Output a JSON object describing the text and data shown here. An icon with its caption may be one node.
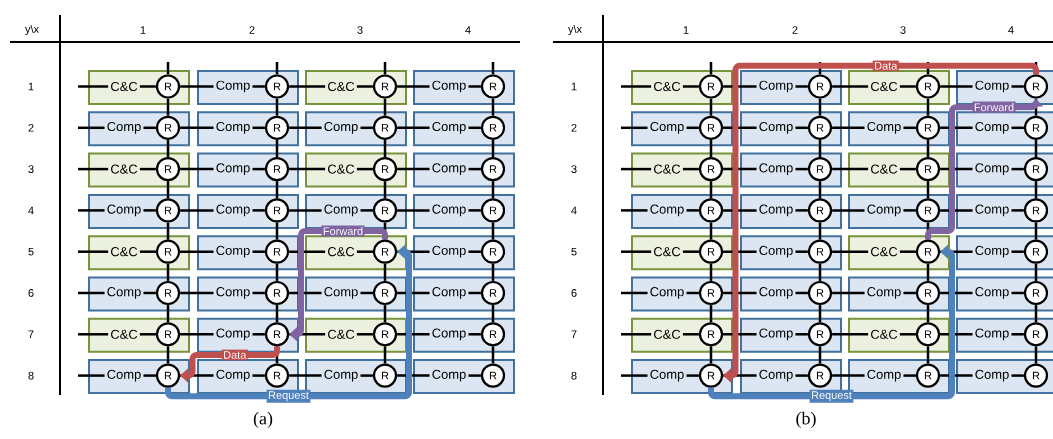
{
  "diagram": {
    "nodes": [
      {
        "text": [],
        "shape": "box"
      },
      {
        "text": [
          "C&C"
        ],
        "in": 0
      },
      {
        "text": [
          "R"
        ],
        "in": 0
      },
      {
        "text": [],
        "shape": "box"
      },
      {
        "text": [
          "Comp"
        ],
        "in": 3
      },
      {
        "text": [
          "R"
        ],
        "in": 3
      },
      {
        "text": [],
        "shape": "box"
      },
      {
        "text": [
          "C&C"
        ],
        "in": 6
      },
      {
        "text": [
          "R"
        ],
        "in": 6
      },
      {
        "text": [],
        "shape": "box"
      },
      {
        "text": [
          "Comp"
        ],
        "in": 9
      },
      {
        "text": [
          "R"
        ],
        "in": 9
      },
      {
        "text": [],
        "shape": "box"
      },
      {
        "text": [
          "Comp"
        ],
        "in": 12
      },
      {
        "text": [
          "R"
        ],
        "in": 12
      },
      {
        "text": [],
        "shape": "box"
      },
      {
        "text": [
          "Comp"
        ],
        "in": 15
      },
      {
        "text": [
          "R"
        ],
        "in": 15
      },
      {
        "text": [],
        "shape": "box"
      },
      {
        "text": [
          "Comp"
        ],
        "in": 18
      },
      {
        "text": [
          "R"
        ],
        "in": 18
      },
      {
        "text": [],
        "shape": "box"
      },
      {
        "text": [
          "Comp"
        ],
        "in": 21
      },
      {
        "text": [
          "R"
        ],
        "in": 21
      },
      {
        "text": [],
        "shape": "box"
      },
      {
        "text": [
          "C&C"
        ],
        "in": 24
      },
      {
        "text": [
          "R"
        ],
        "in": 24
      },
      {
        "text": [],
        "shape": "box"
      },
      {
        "text": [
          "Comp"
        ],
        "in": 27
      },
      {
        "text": [
          "R"
        ],
        "in": 27
      },
      {
        "text": [],
        "shape": "box"
      },
      {
        "text": [
          "C&C"
        ],
        "in": 30
      },
      {
        "text": [
          "R"
        ],
        "in": 30
      },
      {
        "text": [],
        "shape": "box"
      },
      {
        "text": [
          "Comp"
        ],
        "in": 33
      },
      {
        "text": [
          "R"
        ],
        "in": 33
      },
      {
        "text": [],
        "shape": "box"
      },
      {
        "text": [
          "Comp"
        ],
        "in": 36
      },
      {
        "text": [
          "R"
        ],
        "in": 36
      },
      {
        "text": [],
        "shape": "box"
      },
      {
        "text": [
          "Comp"
        ],
        "in": 39
      },
      {
        "text": [
          "R"
        ],
        "in": 39
      },
      {
        "text": [],
        "shape": "box"
      },
      {
        "text": [
          "Comp"
        ],
        "in": 42
      },
      {
        "text": [
          "R"
        ],
        "in": 42
      },
      {
        "text": [],
        "shape": "box"
      },
      {
        "text": [
          "Comp"
        ],
        "in": 45
      },
      {
        "text": [
          "R"
        ],
        "in": 45
      },
      {
        "text": [],
        "shape": "box"
      },
      {
        "text": [
          "C&C"
        ],
        "in": 48
      },
      {
        "text": [
          "R"
        ],
        "in": 48
      },
      {
        "text": [],
        "shape": "box"
      },
      {
        "text": [
          "Comp"
        ],
        "in": 51
      },
      {
        "text": [
          "R"
        ],
        "in": 51
      },
      {
        "text": [],
        "shape": "box"
      },
      {
        "text": [
          "C&C"
        ],
        "in": 54
      },
      {
        "text": [
          "R"
        ],
        "in": 54
      },
      {
        "text": [],
        "shape": "box"
      },
      {
        "text": [
          "Comp"
        ],
        "in": 57
      },
      {
        "text": [
          "R"
        ],
        "in": 57
      },
      {
        "text": [],
        "shape": "box"
      },
      {
        "text": [
          "Comp"
        ],
        "in": 60
      },
      {
        "text": [
          "R"
        ],
        "in": 60
      },
      {
        "text": [],
        "shape": "box"
      },
      {
        "text": [
          "Comp"
        ],
        "in": 63
      },
      {
        "text": [
          "R"
        ],
        "in": 63
      },
      {
        "text": [],
        "shape": "box"
      },
      {
        "text": [
          "Comp"
        ],
        "in": 66
      },
      {
        "text": [
          "R"
        ],
        "in": 66
      },
      {
        "text": [],
        "shape": "box"
      },
      {
        "text": [
          "Comp"
        ],
        "in": 69
      },
      {
        "text": [
          "R"
        ],
        "in": 69
      },
      {
        "text": [],
        "shape": "box"
      },
      {
        "text": [
          "C&C"
        ],
        "in": 72
      },
      {
        "text": [
          "R"
        ],
        "in": 72
      },
      {
        "text": [],
        "shape": "box"
      },
      {
        "text": [
          "Comp"
        ],
        "in": 75
      },
      {
        "text": [
          "R"
        ],
        "in": 75
      },
      {
        "text": [],
        "shape": "box"
      },
      {
        "text": [
          "C&C"
        ],
        "in": 78
      },
      {
        "text": [
          "R"
        ],
        "in": 78
      },
      {
        "text": [],
        "shape": "box"
      },
      {
        "text": [
          "Comp"
        ],
        "in": 81
      },
      {
        "text": [
          "R"
        ],
        "in": 81
      },
      {
        "text": [],
        "shape": "box"
      },
      {
        "text": [
          "Comp"
        ],
        "in": 84
      },
      {
        "text": [
          "R"
        ],
        "in": 84
      },
      {
        "text": [],
        "shape": "box"
      },
      {
        "text": [
          "Comp"
        ],
        "in": 87
      },
      {
        "text": [
          "R"
        ],
        "in": 87
      },
      {
        "text": [],
        "shape": "box"
      },
      {
        "text": [
          "Comp"
        ],
        "in": 90
      },
      {
        "text": [
          "R"
        ],
        "in": 90
      },
      {
        "text": [],
        "shape": "box"
      },
      {
        "text": [
          "Comp"
        ],
        "in": 93
      },
      {
        "text": [
          "R"
        ],
        "in": 93
      },
      {
        "text": [],
        "shape": "box"
      },
      {
        "text": [
          "C&C"
        ],
        "in": 96
      },
      {
        "text": [
          "R"
        ],
        "in": 96
      },
      {
        "text": [],
        "shape": "box"
      },
      {
        "text": [
          "Comp"
        ],
        "in": 99
      },
      {
        "text": [
          "R"
        ],
        "in": 99
      },
      {
        "text": [],
        "shape": "box"
      },
      {
        "text": [
          "C&C"
        ],
        "in": 102
      },
      {
        "text": [
          "R"
        ],
        "in": 102
      },
      {
        "text": [],
        "shape": "box"
      },
      {
        "text": [
          "Comp"
        ],
        "in": 105
      },
      {
        "text": [
          "R"
        ],
        "in": 105
      },
      {
        "text": [],
        "shape": "box"
      },
      {
        "text": [
          "Comp"
        ],
        "in": 108
      },
      {
        "text": [
          "R"
        ],
        "in": 108
      },
      {
        "text": [],
        "shape": "box"
      },
      {
        "text": [
          "Comp"
        ],
        "in": 111
      },
      {
        "text": [
          "R"
        ],
        "in": 111
      },
      {
        "text": [],
        "shape": "box"
      },
      {
        "text": [
          "Comp"
        ],
        "in": 114
      },
      {
        "text": [
          "R"
        ],
        "in": 114
      },
      {
        "text": [],
        "shape": "box"
      },
      {
        "text": [
          "Comp"
        ],
        "in": 117
      },
      {
        "text": [
          "R"
        ],
        "in": 117
      },
      {
        "text": [],
        "shape": "box"
      },
      {
        "text": [
          "C&C"
        ],
        "in": 120
      },
      {
        "text": [
          "R"
        ],
        "in": 120
      },
      {
        "text": [],
        "shape": "box"
      },
      {
        "text": [
          "Comp"
        ],
        "in": 123
      },
      {
        "text": [
          "R"
        ],
        "in": 123
      },
      {
        "text": [],
        "shape": "box"
      },
      {
        "text": [
          "C&C"
        ],
        "in": 126
      },
      {
        "text": [
          "R"
        ],
        "in": 126
      },
      {
        "text": [],
        "shape": "box"
      },
      {
        "text": [
          "Comp"
        ],
        "in": 129
      },
      {
        "text": [
          "R"
        ],
        "in": 129
      },
      {
        "text": [],
        "shape": "box"
      },
      {
        "text": [
          "Comp"
        ],
        "in": 132
      },
      {
        "text": [
          "R"
        ],
        "in": 132
      },
      {
        "text": [],
        "shape": "box"
      },
      {
        "text": [
          "Comp"
        ],
        "in": 135
      },
      {
        "text": [
          "R"
        ],
        "in": 135
      },
      {
        "text": [],
        "shape": "box"
      },
      {
        "text": [
          "Comp"
        ],
        "in": 138
      },
      {
        "text": [
          "R"
        ],
        "in": 138
      },
      {
        "text": [],
        "shape": "box"
      },
      {
        "text": [
          "Comp"
        ],
        "in": 141
      },
      {
        "text": [
          "R"
        ],
        "in": 141
      },
      {
        "text": [],
        "shape": "box"
      },
      {
        "text": [
          "C&C"
        ],
        "in": 144
      },
      {
        "text": [
          "R"
        ],
        "in": 144
      },
      {
        "text": [],
        "shape": "box"
      },
      {
        "text": [
          "Comp"
        ],
        "in": 147
      },
      {
        "text": [
          "R"
        ],
        "in": 147
      },
      {
        "text": [],
        "shape": "box"
      },
      {
        "text": [
          "C&C"
        ],
        "in": 150
      },
      {
        "text": [
          "R"
        ],
        "in": 150
      },
      {
        "text": [],
        "shape": "box"
      },
      {
        "text": [
          "Comp"
        ],
        "in": 153
      },
      {
        "text": [
          "R"
        ],
        "in": 153
      },
      {
        "text": [],
        "shape": "box"
      },
      {
        "text": [
          "Comp"
        ],
        "in": 156
      },
      {
        "text": [
          "R"
        ],
        "in": 156
      },
      {
        "text": [],
        "shape": "box"
      },
      {
        "text": [
          "Comp"
        ],
        "in": 159
      },
      {
        "text": [
          "R"
        ],
        "in": 159
      },
      {
        "text": [],
        "shape": "box"
      },
      {
        "text": [
          "Comp"
        ],
        "in": 162
      },
      {
        "text": [
          "R"
        ],
        "in": 162
      },
      {
        "text": [],
        "shape": "box"
      },
      {
        "text": [
          "Comp"
        ],
        "in": 165
      },
      {
        "text": [
          "R"
        ],
        "in": 165
      },
      {
        "text": [],
        "shape": "box"
      },
      {
        "text": [
          "C&C"
        ],
        "in": 168
      },
      {
        "text": [
          "R"
        ],
        "in": 168
      },
      {
        "text": [],
        "shape": "box"
      },
      {
        "text": [
          "Comp"
        ],
        "in": 171
      },
      {
        "text": [
          "R"
        ],
        "in": 171
      },
      {
        "text": [],
        "shape": "box"
      },
      {
        "text": [
          "C&C"
        ],
        "in": 174
      },
      {
        "text": [
          "R"
        ],
        "in": 174
      },
      {
        "text": [],
        "shape": "box"
      },
      {
        "text": [
          "Comp"
        ],
        "in": 177
      },
      {
        "text": [
          "R"
        ],
        "in": 177
      },
      {
        "text": [],
        "shape": "box"
      },
      {
        "text": [
          "Comp"
        ],
        "in": 180
      },
      {
        "text": [
          "R"
        ],
        "in": 180
      },
      {
        "text": [],
        "shape": "box"
      },
      {
        "text": [
          "Comp"
        ],
        "in": 183
      },
      {
        "text": [
          "R"
        ],
        "in": 183
      },
      {
        "text": [],
        "shape": "box"
      },
      {
        "text": [
          "Comp"
        ],
        "in": 186
      },
      {
        "text": [
          "R"
        ],
        "in": 186
      },
      {
        "text": [],
        "shape": "box"
      },
      {
        "text": [
          "Comp"
        ],
        "in": 189
      },
      {
        "text": [
          "R"
        ],
        "in": 189
      }
    ],
    "edges": [
      {
        "from": null,
        "to": 1,
        "arrow": "none"
      },
      {
        "from": 1,
        "to": 2,
        "arrow": "none"
      },
      {
        "from": 2,
        "to": 4,
        "arrow": "none"
      },
      {
        "from": 4,
        "to": 5,
        "arrow": "none"
      },
      {
        "from": 5,
        "to": 7,
        "arrow": "none"
      },
      {
        "from": 7,
        "to": 8,
        "arrow": "none"
      },
      {
        "from": 8,
        "to": 10,
        "arrow": "none"
      },
      {
        "from": 10,
        "to": 11,
        "arrow": "none"
      },
      {
        "from": null,
        "to": 13,
        "arrow": "none"
      },
      {
        "from": 13,
        "to": 14,
        "arrow": "none"
      },
      {
        "from": 14,
        "to": 16,
        "arrow": "none"
      },
      {
        "from": 16,
        "to": 17,
        "arrow": "none"
      },
      {
        "from": 17,
        "to": 19,
        "arrow": "none"
      },
      {
        "from": 19,
        "to": 20,
        "arrow": "none"
      },
      {
        "from": 20,
        "to": 22,
        "arrow": "none"
      },
      {
        "from": 22,
        "to": 23,
        "arrow": "none"
      },
      {
        "from": null,
        "to": 25,
        "arrow": "none"
      },
      {
        "from": 25,
        "to": 26,
        "arrow": "none"
      },
      {
        "from": 26,
        "to": 28,
        "arrow": "none"
      },
      {
        "from": 28,
        "to": 29,
        "arrow": "none"
      },
      {
        "from": 29,
        "to": 31,
        "arrow": "none"
      },
      {
        "from": 31,
        "to": 32,
        "arrow": "none"
      },
      {
        "from": 32,
        "to": 34,
        "arrow": "none"
      },
      {
        "from": 34,
        "to": 35,
        "arrow": "none"
      },
      {
        "from": null,
        "to": 37,
        "arrow": "none"
      },
      {
        "from": 37,
        "to": 38,
        "arrow": "none"
      },
      {
        "from": 38,
        "to": 40,
        "arrow": "none"
      },
      {
        "from": 40,
        "to": 41,
        "arrow": "none"
      },
      {
        "from": 41,
        "to": 43,
        "arrow": "none"
      },
      {
        "from": 43,
        "to": 44,
        "arrow": "none"
      },
      {
        "from": 44,
        "to": 46,
        "arrow": "none"
      },
      {
        "from": 46,
        "to": 47,
        "arrow": "none"
      },
      {
        "from": null,
        "to": 49,
        "arrow": "none"
      },
      {
        "from": 49,
        "to": 50,
        "arrow": "none"
      },
      {
        "from": 50,
        "to": 52,
        "arrow": "none"
      },
      {
        "from": 52,
        "to": 53,
        "arrow": "none"
      },
      {
        "from": 53,
        "to": 55,
        "arrow": "none"
      },
      {
        "from": 55,
        "to": 56,
        "arrow": "none"
      },
      {
        "from": 56,
        "to": 58,
        "arrow": "none"
      },
      {
        "from": 58,
        "to": 59,
        "arrow": "none"
      },
      {
        "from": null,
        "to": 61,
        "arrow": "none"
      },
      {
        "from": 61,
        "to": 62,
        "arrow": "none"
      },
      {
        "from": 62,
        "to": 64,
        "arrow": "none"
      },
      {
        "from": 64,
        "to": 65,
        "arrow": "none"
      },
      {
        "from": 65,
        "to": 67,
        "arrow": "none"
      },
      {
        "from": 67,
        "to": 68,
        "arrow": "none"
      },
      {
        "from": 68,
        "to": 70,
        "arrow": "none"
      },
      {
        "from": 70,
        "to": 71,
        "arrow": "none"
      },
      {
        "from": null,
        "to": 73,
        "arrow": "none"
      },
      {
        "from": 73,
        "to": 74,
        "arrow": "none"
      },
      {
        "from": 74,
        "to": 76,
        "arrow": "none"
      },
      {
        "from": 76,
        "to": 77,
        "arrow": "none"
      },
      {
        "from": 77,
        "to": 79,
        "arrow": "none"
      },
      {
        "from": 79,
        "to": 80,
        "arrow": "none"
      },
      {
        "from": 80,
        "to": 82,
        "arrow": "none"
      },
      {
        "from": 82,
        "to": 83,
        "arrow": "none"
      },
      {
        "from": null,
        "to": 85,
        "arrow": "none"
      },
      {
        "from": 85,
        "to": 86,
        "arrow": "none"
      },
      {
        "from": 86,
        "to": 88,
        "arrow": "none"
      },
      {
        "from": 88,
        "to": 89,
        "arrow": "none"
      },
      {
        "from": 89,
        "to": 91,
        "arrow": "none"
      },
      {
        "from": 91,
        "to": 92,
        "arrow": "none"
      },
      {
        "from": 92,
        "to": 94,
        "arrow": "none"
      },
      {
        "from": 94,
        "to": 95,
        "arrow": "none"
      },
      {
        "from": null,
        "to": 2,
        "arrow": "none"
      },
      {
        "from": null,
        "to": 5,
        "arrow": "none"
      },
      {
        "from": null,
        "to": 8,
        "arrow": "none"
      },
      {
        "from": null,
        "to": 11,
        "arrow": "none"
      },
      {
        "from": 2,
        "to": 14,
        "arrow": "none"
      },
      {
        "from": 5,
        "to": 17,
        "arrow": "none"
      },
      {
        "from": 8,
        "to": 20,
        "arrow": "none"
      },
      {
        "from": 11,
        "to": 23,
        "arrow": "none"
      },
      {
        "from": 14,
        "to": 26,
        "arrow": "none"
      },
      {
        "from": 17,
        "to": 29,
        "arrow": "none"
      },
      {
        "from": 20,
        "to": 32,
        "arrow": "none"
      },
      {
        "from": 23,
        "to": 35,
        "arrow": "none"
      },
      {
        "from": 26,
        "to": 38,
        "arrow": "none"
      },
      {
        "from": 29,
        "to": 41,
        "arrow": "none"
      },
      {
        "from": 32,
        "to": 44,
        "arrow": "none"
      },
      {
        "from": 35,
        "to": 47,
        "arrow": "none"
      },
      {
        "from": 38,
        "to": 50,
        "arrow": "none"
      },
      {
        "from": 41,
        "to": 53,
        "arrow": "none"
      },
      {
        "from": 44,
        "to": 56,
        "arrow": "none"
      },
      {
        "from": 47,
        "to": 59,
        "arrow": "none"
      },
      {
        "from": 50,
        "to": 62,
        "arrow": "none"
      },
      {
        "from": 53,
        "to": 65,
        "arrow": "none"
      },
      {
        "from": 56,
        "to": 68,
        "arrow": "none"
      },
      {
        "from": 59,
        "to": 71,
        "arrow": "none"
      },
      {
        "from": 62,
        "to": 74,
        "arrow": "none"
      },
      {
        "from": 65,
        "to": 77,
        "arrow": "none"
      },
      {
        "from": 68,
        "to": 80,
        "arrow": "none"
      },
      {
        "from": 71,
        "to": 83,
        "arrow": "none"
      },
      {
        "from": 74,
        "to": 86,
        "arrow": "none"
      },
      {
        "from": 77,
        "to": 89,
        "arrow": "none"
      },
      {
        "from": 80,
        "to": 92,
        "arrow": "none"
      },
      {
        "from": 83,
        "to": 95,
        "arrow": "none"
      },
      {
        "from": null,
        "to": 97,
        "arrow": "none"
      },
      {
        "from": 97,
        "to": 98,
        "arrow": "none"
      },
      {
        "from": 98,
        "to": 100,
        "arrow": "none"
      },
      {
        "from": 100,
        "to": 101,
        "arrow": "none"
      },
      {
        "from": 101,
        "to": 103,
        "arrow": "none"
      },
      {
        "from": 103,
        "to": 104,
        "arrow": "none"
      },
      {
        "from": 104,
        "to": 106,
        "arrow": "none"
      },
      {
        "from": 106,
        "to": 107,
        "arrow": "none"
      },
      {
        "from": null,
        "to": 109,
        "arrow": "none"
      },
      {
        "from": 109,
        "to": 110,
        "arrow": "none"
      },
      {
        "from": 110,
        "to": 112,
        "arrow": "none"
      },
      {
        "from": 112,
        "to": 113,
        "arrow": "none"
      },
      {
        "from": 113,
        "to": 115,
        "arrow": "none"
      },
      {
        "from": 115,
        "to": 116,
        "arrow": "none"
      },
      {
        "from": 116,
        "to": 118,
        "arrow": "none"
      },
      {
        "from": 118,
        "to": 119,
        "arrow": "none"
      },
      {
        "from": null,
        "to": 121,
        "arrow": "none"
      },
      {
        "from": 121,
        "to": 122,
        "arrow": "none"
      },
      {
        "from": 122,
        "to": 124,
        "arrow": "none"
      },
      {
        "from": 124,
        "to": 125,
        "arrow": "none"
      },
      {
        "from": 125,
        "to": 127,
        "arrow": "none"
      },
      {
        "from": 127,
        "to": 128,
        "arrow": "none"
      },
      {
        "from": 128,
        "to": 130,
        "arrow": "none"
      },
      {
        "from": 130,
        "to": 131,
        "arrow": "none"
      },
      {
        "from": null,
        "to": 133,
        "arrow": "none"
      },
      {
        "from": 133,
        "to": 134,
        "arrow": "none"
      },
      {
        "from": 134,
        "to": 136,
        "arrow": "none"
      },
      {
        "from": 136,
        "to": 137,
        "arrow": "none"
      },
      {
        "from": 137,
        "to": 139,
        "arrow": "none"
      },
      {
        "from": 139,
        "to": 140,
        "arrow": "none"
      },
      {
        "from": 140,
        "to": 142,
        "arrow": "none"
      },
      {
        "from": 142,
        "to": 143,
        "arrow": "none"
      },
      {
        "from": null,
        "to": 145,
        "arrow": "none"
      },
      {
        "from": 145,
        "to": 146,
        "arrow": "none"
      },
      {
        "from": 146,
        "to": 148,
        "arrow": "none"
      },
      {
        "from": 148,
        "to": 149,
        "arrow": "none"
      },
      {
        "from": 149,
        "to": 151,
        "arrow": "none"
      },
      {
        "from": 151,
        "to": 152,
        "arrow": "none"
      },
      {
        "from": 152,
        "to": 154,
        "arrow": "none"
      },
      {
        "from": 154,
        "to": 155,
        "arrow": "none"
      },
      {
        "from": null,
        "to": 157,
        "arrow": "none"
      },
      {
        "from": 157,
        "to": 158,
        "arrow": "none"
      },
      {
        "from": 158,
        "to": 160,
        "arrow": "none"
      },
      {
        "from": 160,
        "to": 161,
        "arrow": "none"
      },
      {
        "from": 161,
        "to": 163,
        "arrow": "none"
      },
      {
        "from": 163,
        "to": 164,
        "arrow": "none"
      },
      {
        "from": 164,
        "to": 166,
        "arrow": "none"
      },
      {
        "from": 166,
        "to": 167,
        "arrow": "none"
      },
      {
        "from": null,
        "to": 169,
        "arrow": "none"
      },
      {
        "from": 169,
        "to": 170,
        "arrow": "none"
      },
      {
        "from": 170,
        "to": 172,
        "arrow": "none"
      },
      {
        "from": 172,
        "to": 173,
        "arrow": "none"
      },
      {
        "from": 173,
        "to": 175,
        "arrow": "none"
      },
      {
        "from": 175,
        "to": 176,
        "arrow": "none"
      },
      {
        "from": 176,
        "to": 178,
        "arrow": "none"
      },
      {
        "from": 178,
        "to": 179,
        "arrow": "none"
      },
      {
        "from": null,
        "to": 181,
        "arrow": "none"
      },
      {
        "from": 181,
        "to": 182,
        "arrow": "none"
      },
      {
        "from": 182,
        "to": 184,
        "arrow": "none"
      },
      {
        "from": 184,
        "to": 185,
        "arrow": "none"
      },
      {
        "from": 185,
        "to": 187,
        "arrow": "none"
      },
      {
        "from": 187,
        "to": 188,
        "arrow": "none"
      },
      {
        "from": 188,
        "to": 190,
        "arrow": "none"
      },
      {
        "from": 190,
        "to": 191,
        "arrow": "none"
      },
      {
        "from": null,
        "to": 98,
        "arrow": "none"
      },
      {
        "from": null,
        "to": 101,
        "arrow": "none"
      },
      {
        "from": null,
        "to": 104,
        "arrow": "none"
      },
      {
        "from": null,
        "to": 107,
        "arrow": "none"
      },
      {
        "from": 98,
        "to": 110,
        "arrow": "none"
      },
      {
        "from": 101,
        "to": 113,
        "arrow": "none"
      },
      {
        "from": 104,
        "to": 116,
        "arrow": "none"
      },
      {
        "from": 107,
        "to": 119,
        "arrow": "none"
      },
      {
        "from": 110,
        "to": 122,
        "arrow": "none"
      },
      {
        "from": 113,
        "to": 125,
        "arrow": "none"
      },
      {
        "from": 116,
        "to": 128,
        "arrow": "none"
      },
      {
        "from": 119,
        "to": 131,
        "arrow": "none"
      },
      {
        "from": 122,
        "to": 134,
        "arrow": "none"
      },
      {
        "from": 125,
        "to": 137,
        "arrow": "none"
      },
      {
        "from": 128,
        "to": 140,
        "arrow": "none"
      },
      {
        "from": 131,
        "to": 143,
        "arrow": "none"
      },
      {
        "from": 134,
        "to": 146,
        "arrow": "none"
      },
      {
        "from": 137,
        "to": 149,
        "arrow": "none"
      },
      {
        "from": 140,
        "to": 152,
        "arrow": "none"
      },
      {
        "from": 143,
        "to": 155,
        "arrow": "none"
      },
      {
        "from": 146,
        "to": 158,
        "arrow": "none"
      },
      {
        "from": 149,
        "to": 161,
        "arrow": "none"
      },
      {
        "from": 152,
        "to": 164,
        "arrow": "none"
      },
      {
        "from": 155,
        "to": 167,
        "arrow": "none"
      },
      {
        "from": 158,
        "to": 170,
        "arrow": "none"
      },
      {
        "from": 161,
        "to": 173,
        "arrow": "none"
      },
      {
        "from": 164,
        "to": 176,
        "arrow": "none"
      },
      {
        "from": 167,
        "to": 179,
        "arrow": "none"
      },
      {
        "from": 170,
        "to": 182,
        "arrow": "none"
      },
      {
        "from": 173,
        "to": 185,
        "arrow": "none"
      },
      {
        "from": 176,
        "to": 188,
        "arrow": "none"
      },
      {
        "from": 179,
        "to": 191,
        "arrow": "none"
      },
      {
        "from": 86,
        "to": 56,
        "arrow": "to",
        "label": "Request",
        "style": "thick",
        "color": "#4f81bd"
      },
      {
        "from": 56,
        "to": 77,
        "arrow": "to",
        "label": "Forward",
        "style": "thick",
        "color": "#8064a2"
      },
      {
        "from": 77,
        "to": 86,
        "arrow": "to",
        "label": "Data",
        "style": "thick",
        "color": "#c0504d"
      },
      {
        "from": 182,
        "to": 152,
        "arrow": "to",
        "label": "Request",
        "style": "thick",
        "color": "#4f81bd"
      },
      {
        "from": 152,
        "to": 107,
        "arrow": "to",
        "label": "Forward",
        "style": "thick",
        "color": "#8064a2"
      },
      {
        "from": 107,
        "to": 182,
        "arrow": "to",
        "label": "Data",
        "style": "thick",
        "color": "#c0504d"
      }
    ],
    "labels": [
      "y\\x",
      "1",
      "2",
      "3",
      "4",
      "1",
      "2",
      "3",
      "4",
      "5",
      "6",
      "7",
      "8",
      "(a)",
      "y\\x",
      "1",
      "2",
      "3",
      "4",
      "1",
      "2",
      "3",
      "4",
      "5",
      "6",
      "7",
      "8",
      "(b)"
    ]
  }
}
